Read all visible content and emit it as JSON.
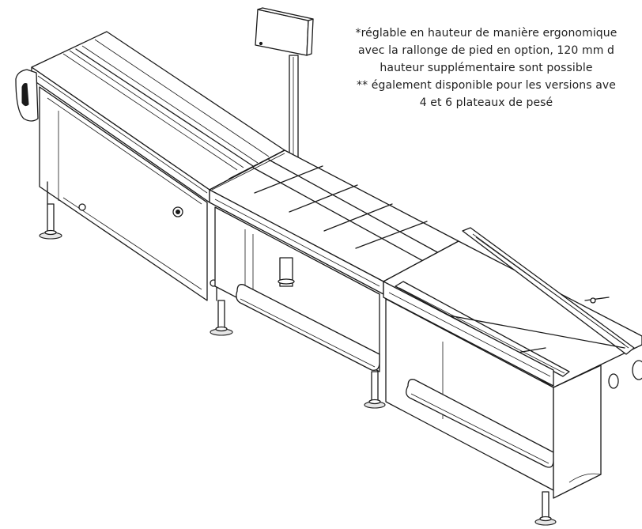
{
  "note": {
    "line1": "*réglable en hauteur de manière ergonomique",
    "line2": "avec la rallonge de pied en option, 120 mm d",
    "line3": "hauteur supplémentaire sont possible",
    "line4": "** également disponible pour les versions ave",
    "line5": "4 et 6 plateaux de pesé"
  },
  "colors": {
    "ink": "#1a1a1a",
    "background": "#ffffff",
    "text": "#1f1f1f"
  }
}
